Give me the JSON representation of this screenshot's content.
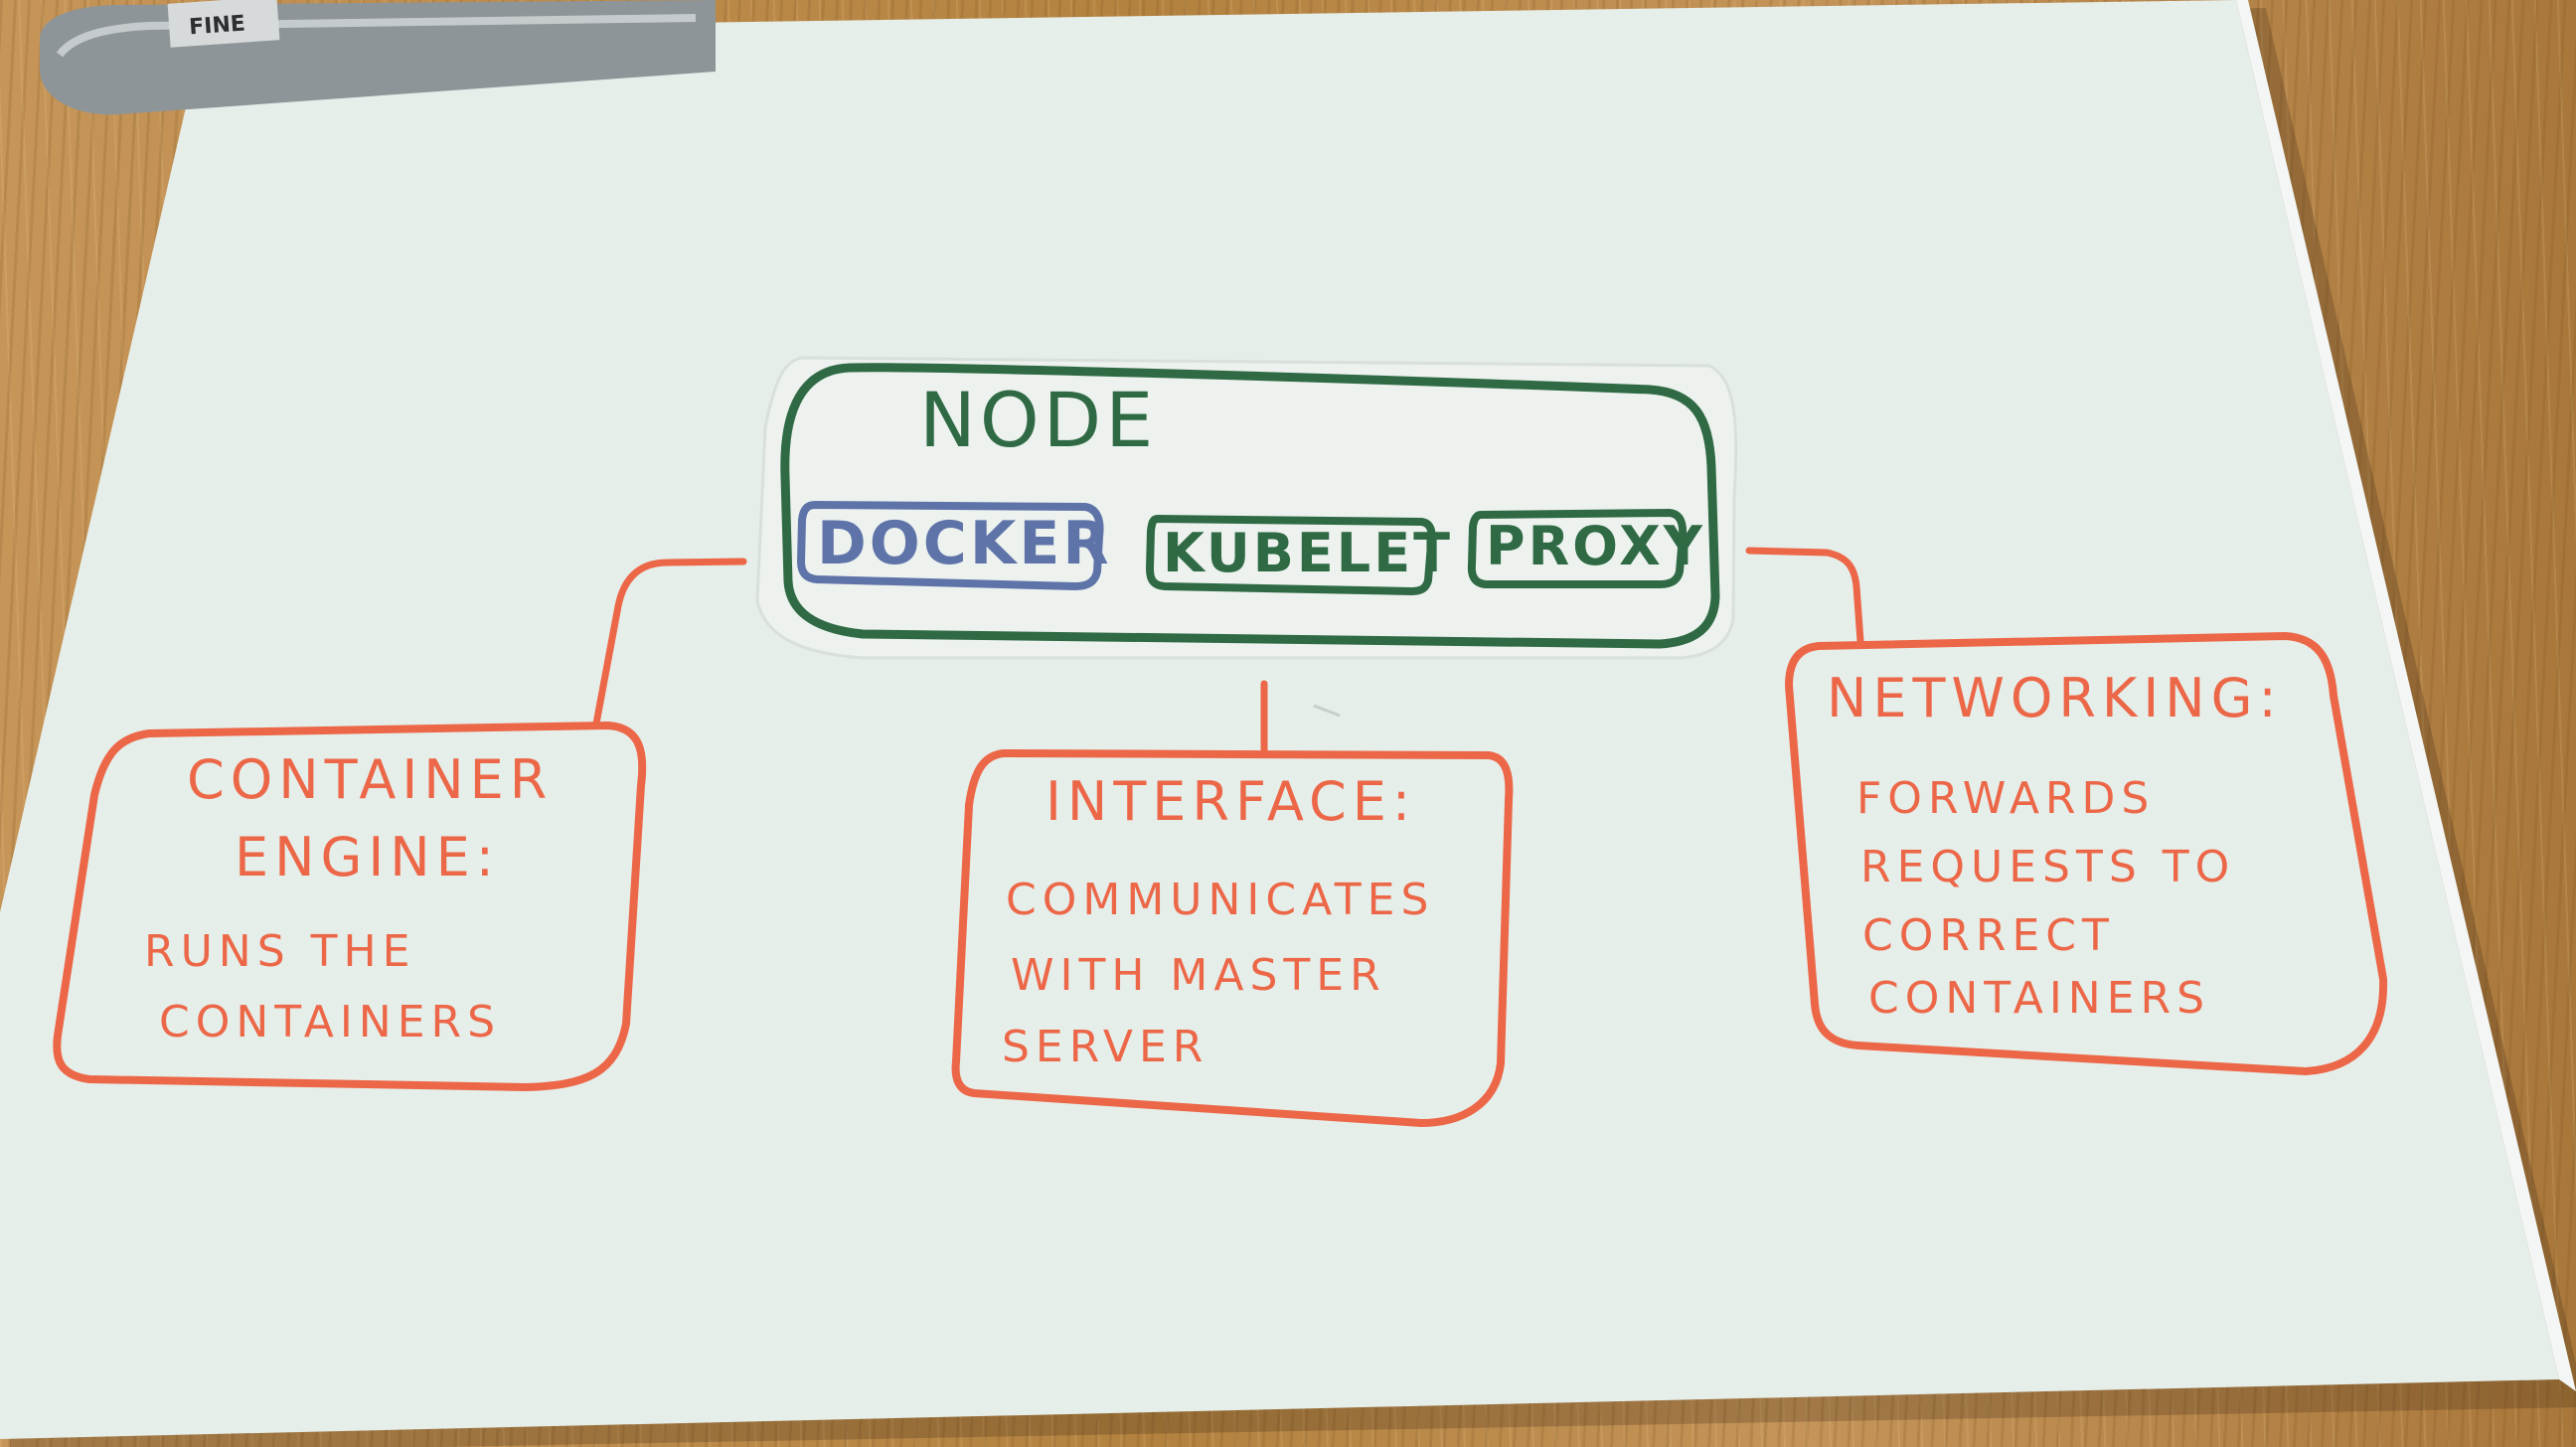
{
  "colors": {
    "paper": "#e6eeea",
    "desk": "#b98a4e",
    "node_green": "#2f6a44",
    "docker_blue": "#5e73a8",
    "note_orange": "#ec6747",
    "marker": "#8e9598"
  },
  "marker_text": "FINE",
  "node": {
    "title": "NODE",
    "components": [
      "DOCKER",
      "KUBELET",
      "PROXY"
    ]
  },
  "notes": {
    "container_engine": {
      "heading": [
        "CONTAINER",
        "ENGINE:"
      ],
      "body": [
        "RUNS THE",
        "CONTAINERS"
      ]
    },
    "interface": {
      "heading": [
        "INTERFACE:"
      ],
      "body": [
        "COMMUNICATES",
        "WITH MASTER",
        "SERVER"
      ]
    },
    "networking": {
      "heading": [
        "NETWORKING:"
      ],
      "body": [
        "FORWARDS",
        "REQUESTS TO",
        "CORRECT",
        "CONTAINERS"
      ]
    }
  }
}
